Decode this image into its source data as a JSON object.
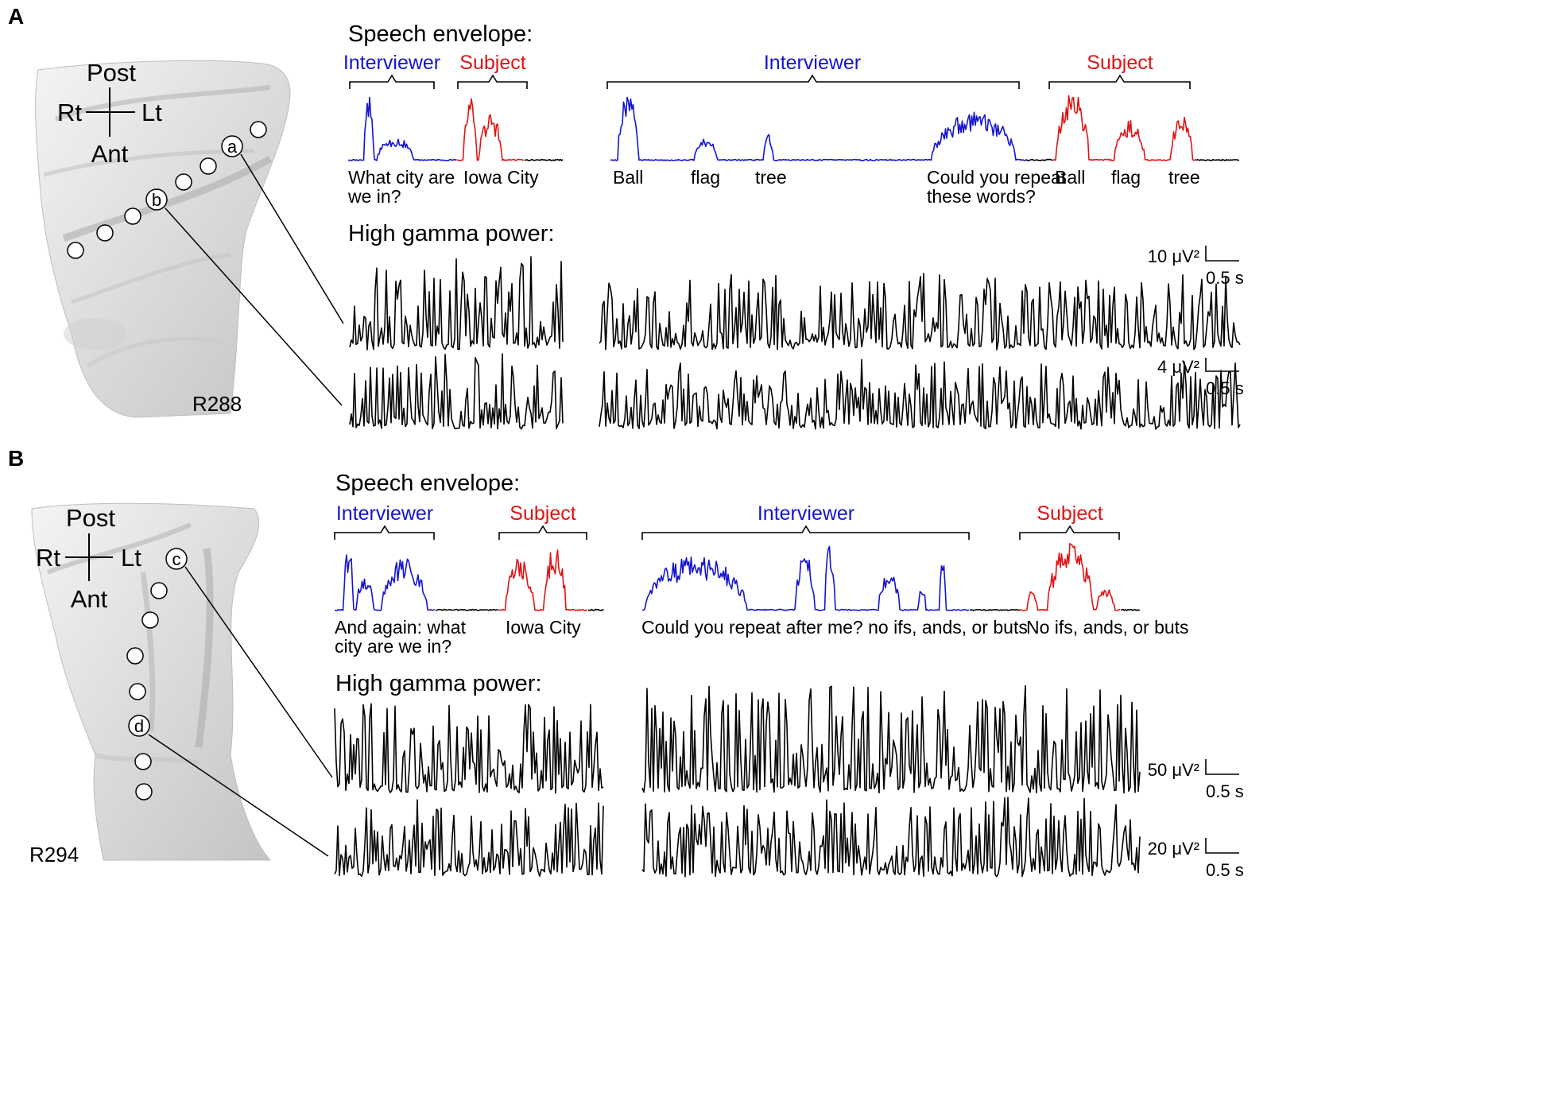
{
  "colors": {
    "interviewer": "#1414d2",
    "subject": "#e01414",
    "neutral": "#000000"
  },
  "panels": {
    "A": {
      "letter": "A",
      "speech_header": "Speech envelope:",
      "gamma_header": "High gamma power:",
      "participant": "R288",
      "orientation": {
        "post": "Post",
        "ant": "Ant",
        "rt": "Rt",
        "lt": "Lt"
      },
      "electrodes": [
        "a",
        "b"
      ],
      "speakers": [
        "Interviewer",
        "Subject",
        "Interviewer",
        "Subject"
      ],
      "captions": [
        [
          "What city are",
          "we in?"
        ],
        [
          "Iowa City"
        ],
        [
          "Ball"
        ],
        [
          "flag"
        ],
        [
          "tree"
        ],
        [
          "Could you repeat",
          "these words?"
        ],
        [
          "Ball"
        ],
        [
          "flag"
        ],
        [
          "tree"
        ]
      ],
      "scale_bars": [
        {
          "amp": "10 μV²",
          "time": "0.5 s"
        },
        {
          "amp": "4 μV²",
          "time": "0.5 s"
        }
      ]
    },
    "B": {
      "letter": "B",
      "speech_header": "Speech envelope:",
      "gamma_header": "High gamma power:",
      "participant": "R294",
      "orientation": {
        "post": "Post",
        "ant": "Ant",
        "rt": "Rt",
        "lt": "Lt"
      },
      "electrodes": [
        "c",
        "d"
      ],
      "speakers": [
        "Interviewer",
        "Subject",
        "Interviewer",
        "Subject"
      ],
      "captions": [
        [
          "And again: what",
          "city are we in?"
        ],
        [
          "Iowa City"
        ],
        [
          "Could you repeat after me? no ifs, ands, or buts"
        ],
        [
          "No ifs, ands, or buts"
        ]
      ],
      "scale_bars": [
        {
          "amp": "50 μV²",
          "time": "0.5 s"
        },
        {
          "amp": "20 μV²",
          "time": "0.5 s"
        }
      ]
    }
  }
}
